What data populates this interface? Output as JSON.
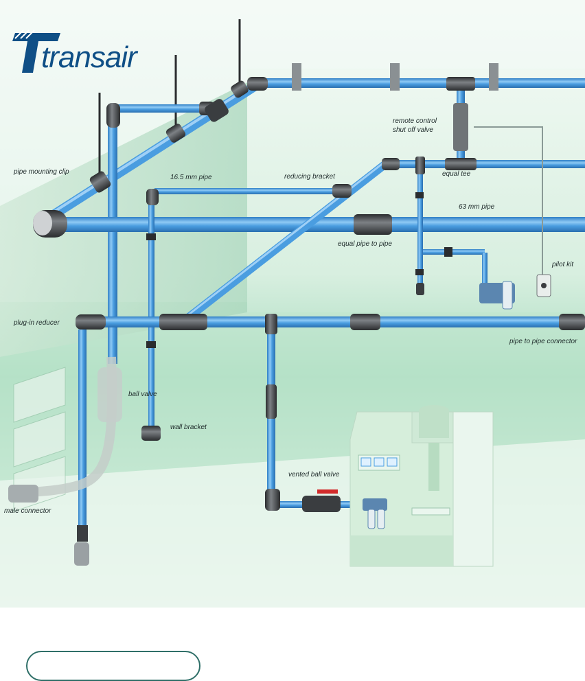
{
  "brand": {
    "name": "transair"
  },
  "labels": {
    "pipe_mounting_clip": "pipe mounting clip",
    "pipe_16_5": "16.5 mm pipe",
    "reducing_bracket": "reducing bracket",
    "remote_control_1": "remote control",
    "remote_control_2": "shut off valve",
    "equal_tee": "equal tee",
    "pipe_63": "63 mm pipe",
    "equal_pipe_to_pipe": "equal pipe to pipe",
    "pilot_kit": "pilot kit",
    "plug_in_reducer": "plug-in reducer",
    "pipe_to_pipe_connector": "pipe to pipe connector",
    "ball_valve": "ball valve",
    "wall_bracket": "wall bracket",
    "vented_ball_valve": "vented ball valve",
    "male_connector": "male connector"
  },
  "colors": {
    "pipe_blue": "#4a9de0",
    "pipe_highlight": "#9fd0f6",
    "fitting_dark": "#3a3d40",
    "wall_green": "#bfe2cc",
    "logo_blue": "#0f4f86",
    "machine_green": "#cfe9d6"
  }
}
